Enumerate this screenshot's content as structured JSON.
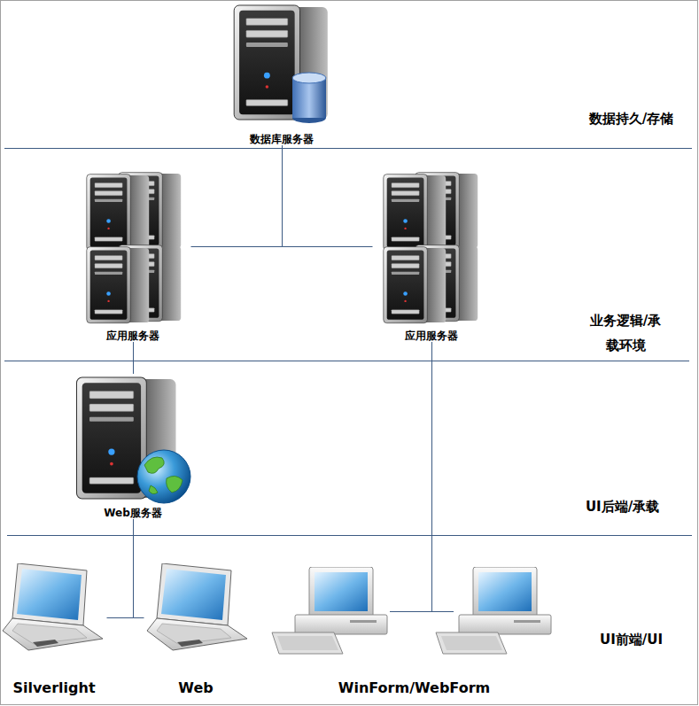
{
  "diagram": {
    "nodes": [
      {
        "text": [
          "数据库服务器"
        ]
      },
      {
        "text": [
          "应用服务器"
        ]
      },
      {
        "text": [
          "应用服务器"
        ]
      },
      {
        "text": [
          "Web服务器"
        ]
      },
      {
        "text": [
          "Silverlight"
        ]
      },
      {
        "text": [
          "Web"
        ]
      },
      {
        "text": [
          "WinForm/WebForm"
        ]
      }
    ],
    "edges": [
      {
        "from": 1,
        "to": 0,
        "arrow": "none"
      },
      {
        "from": 2,
        "to": 0,
        "arrow": "none"
      },
      {
        "from": 3,
        "to": 1,
        "arrow": "none"
      },
      {
        "from": 4,
        "to": 3,
        "arrow": "none"
      },
      {
        "from": 5,
        "to": 3,
        "arrow": "none"
      },
      {
        "from": 6,
        "to": 2,
        "arrow": "none"
      }
    ],
    "labels": [
      "数据持久/存储",
      "业务逻辑/承载环境",
      "UI后端/承载",
      "UI前端/UI"
    ]
  }
}
